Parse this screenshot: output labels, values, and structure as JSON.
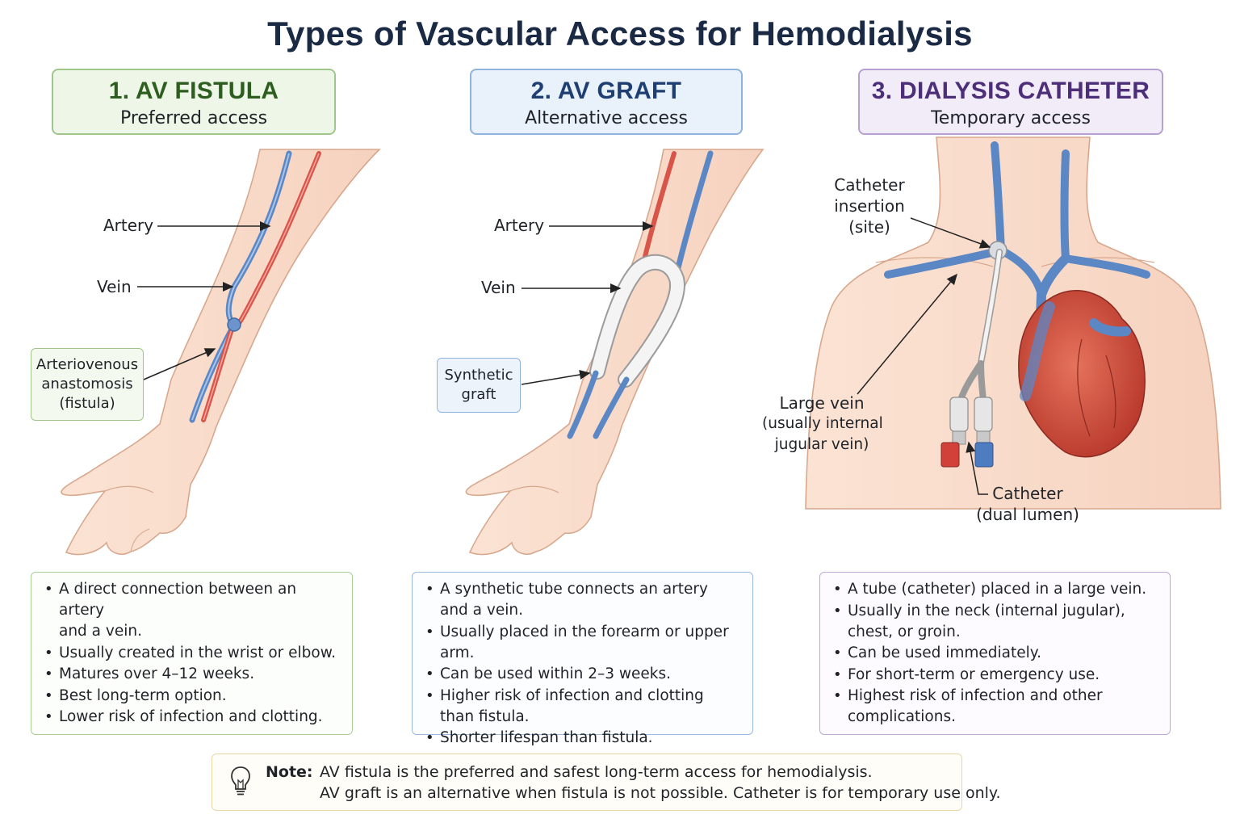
{
  "title": "Types of Vascular Access for Hemodialysis",
  "panels": [
    {
      "heading": "1. AV FISTULA",
      "subheading": "Preferred access",
      "accent": "#2d5e1f",
      "labels": {
        "artery": "Artery",
        "vein": "Vein"
      },
      "callout": [
        "Arteriovenous",
        "anastomosis",
        "(fistula)"
      ],
      "bullets": [
        [
          "A direct connection between an artery",
          "and a vein."
        ],
        [
          "Usually created in the wrist or elbow."
        ],
        [
          "Matures over 4–12 weeks."
        ],
        [
          "Best long-term option."
        ],
        [
          "Lower risk of infection and clotting."
        ]
      ]
    },
    {
      "heading": "2. AV GRAFT",
      "subheading": "Alternative access",
      "accent": "#1f3f73",
      "labels": {
        "artery": "Artery",
        "vein": "Vein"
      },
      "callout": [
        "Synthetic",
        "graft"
      ],
      "bullets": [
        [
          "A synthetic tube connects an artery",
          "and a vein."
        ],
        [
          "Usually placed in the forearm or upper arm."
        ],
        [
          "Can be used within 2–3 weeks."
        ],
        [
          "Higher risk of infection and clotting",
          "than fistula."
        ],
        [
          "Shorter lifespan than fistula."
        ]
      ]
    },
    {
      "heading": "3. DIALYSIS CATHETER",
      "subheading": "Temporary access",
      "accent": "#4c2f78",
      "labels": {
        "insertion": [
          "Catheter",
          "insertion",
          "(site)"
        ],
        "large_vein": [
          "Large vein",
          "(usually internal",
          "jugular vein)"
        ],
        "catheter": [
          "Catheter",
          "(dual lumen)"
        ]
      },
      "bullets": [
        [
          "A tube (catheter) placed in a large vein."
        ],
        [
          "Usually in the neck (internal jugular),",
          "chest, or groin."
        ],
        [
          "Can be used immediately."
        ],
        [
          "For short-term or emergency use."
        ],
        [
          "Highest risk of infection and other",
          "complications."
        ]
      ]
    }
  ],
  "note": {
    "label": "Note:",
    "lines": [
      "AV fistula is the preferred and safest long-term access for hemodialysis.",
      "AV graft is an alternative when fistula is not possible. Catheter is for temporary use only."
    ],
    "icon": "lightbulb-icon"
  }
}
